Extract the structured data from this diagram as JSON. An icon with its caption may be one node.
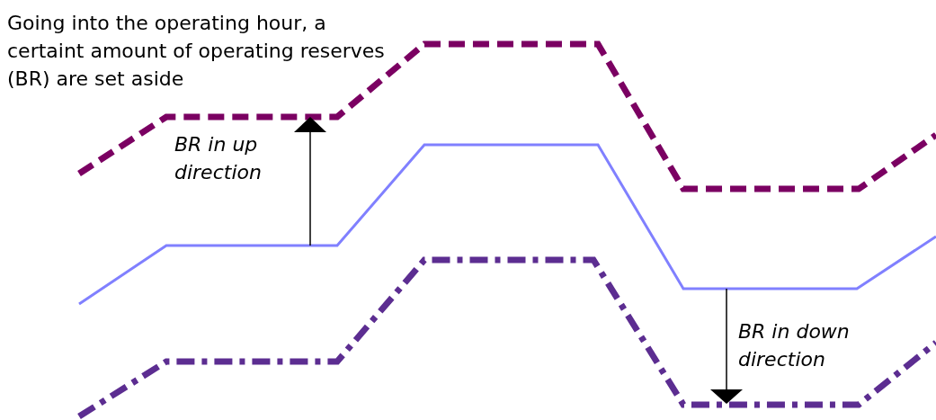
{
  "diagram": {
    "labels": [
      "Going into the operating hour, a certaint amount of operating reserves (BR) are set aside",
      "BR in up direction",
      "BR in down direction"
    ]
  }
}
